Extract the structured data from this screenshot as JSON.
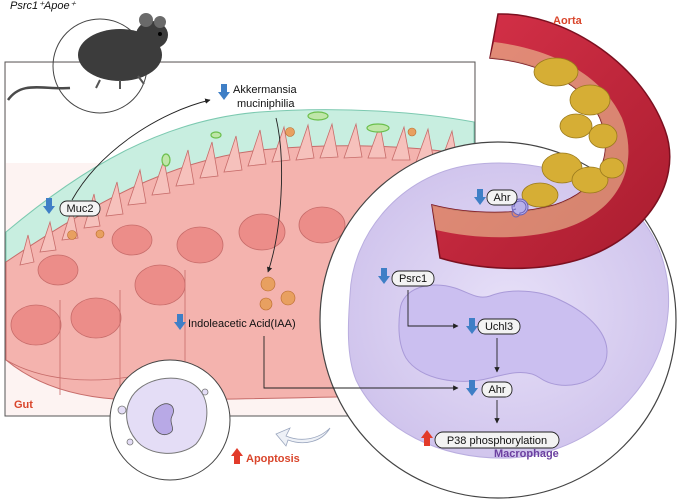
{
  "header": {
    "mouse_genotype": "Psrc1⁺Apoe⁺"
  },
  "regions": {
    "aorta": "Aorta",
    "gut": "Gut",
    "macrophage": "Macrophage"
  },
  "labels": {
    "akkermansia_line1": "Akkermansia",
    "akkermansia_line2": "muciniphilia",
    "muc2": "Muc2",
    "iaa": "Indoleacetic Acid(IAA)",
    "ahr_aorta": "Ahr",
    "psrc1": "Psrc1",
    "uchl3": "Uchl3",
    "ahr_macrophage": "Ahr",
    "p38": "P38 phosphorylation",
    "apoptosis": "Apoptosis"
  },
  "colors": {
    "down_arrow": "#3f7fc6",
    "up_arrow": "#e23b2a",
    "title_red": "#d9452b",
    "title_purple": "#6b3fa0",
    "aorta_wall": "#c5283a",
    "plaque": "#d9b13a",
    "mucus": "#bfe8da",
    "epithelium": "#f2a7a3",
    "macrophage": "#d9d0f0"
  }
}
